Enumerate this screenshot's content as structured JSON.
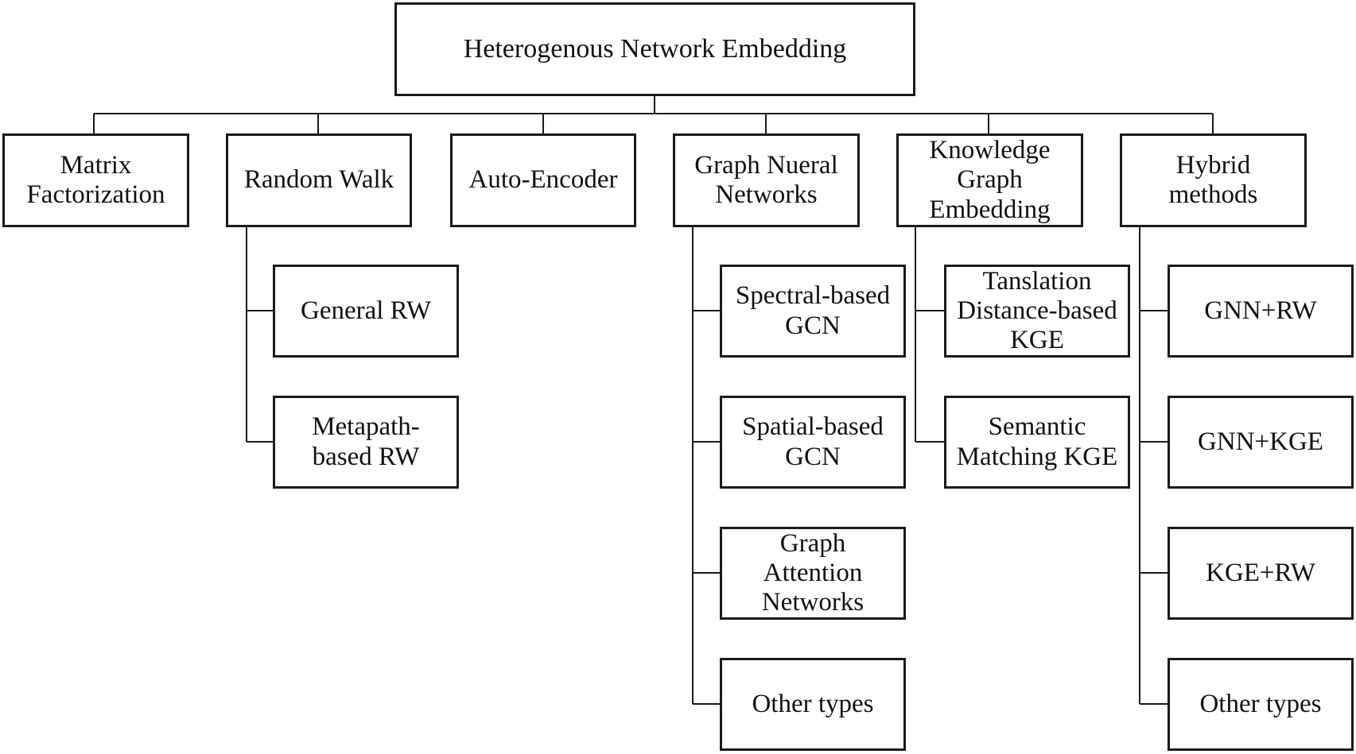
{
  "root": "Heterogenous Network Embedding",
  "categories": [
    {
      "label": "Matrix\nFactorization",
      "children": []
    },
    {
      "label": "Random Walk",
      "children": [
        "General RW",
        "Metapath-\nbased RW"
      ]
    },
    {
      "label": "Auto-Encoder",
      "children": []
    },
    {
      "label": "Graph Nueral\nNetworks",
      "children": [
        "Spectral-based\nGCN",
        "Spatial-based\nGCN",
        "Graph\nAttention\nNetworks",
        "Other types"
      ]
    },
    {
      "label": "Knowledge\nGraph\nEmbedding",
      "children": [
        "Tanslation\nDistance-based\nKGE",
        "Semantic\nMatching KGE"
      ]
    },
    {
      "label": "Hybrid\nmethods",
      "children": [
        "GNN+RW",
        "GNN+KGE",
        "KGE+RW",
        "Other types"
      ]
    }
  ]
}
